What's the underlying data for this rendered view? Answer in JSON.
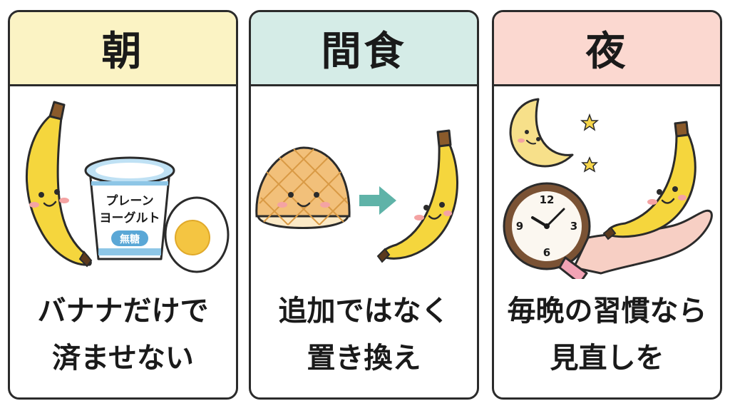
{
  "colors": {
    "morning_header": "#fbf3c4",
    "snack_header": "#d5ece7",
    "night_header": "#fbd8d0",
    "banana": "#f5d63d",
    "arrow": "#5fb3a8",
    "text": "#1a1a1a"
  },
  "panels": [
    {
      "title": "朝",
      "caption_line1": "バナナだけで",
      "caption_line2": "済ませない",
      "yogurt_line1": "プレーン",
      "yogurt_line2": "ヨーグルト",
      "yogurt_badge": "無糖",
      "icons": [
        "banana-icon",
        "yogurt-cup-icon",
        "boiled-egg-icon"
      ]
    },
    {
      "title": "間食",
      "caption_line1": "追加ではなく",
      "caption_line2": "置き換え",
      "icons": [
        "melon-pan-icon",
        "arrow-right-icon",
        "banana-icon"
      ]
    },
    {
      "title": "夜",
      "caption_line1": "毎晩の習慣なら",
      "caption_line2": "見直しを",
      "clock_numbers": [
        "12",
        "3",
        "6",
        "9"
      ],
      "icons": [
        "moon-icon",
        "star-icon",
        "clock-icon",
        "hand-icon",
        "banana-icon"
      ]
    }
  ]
}
